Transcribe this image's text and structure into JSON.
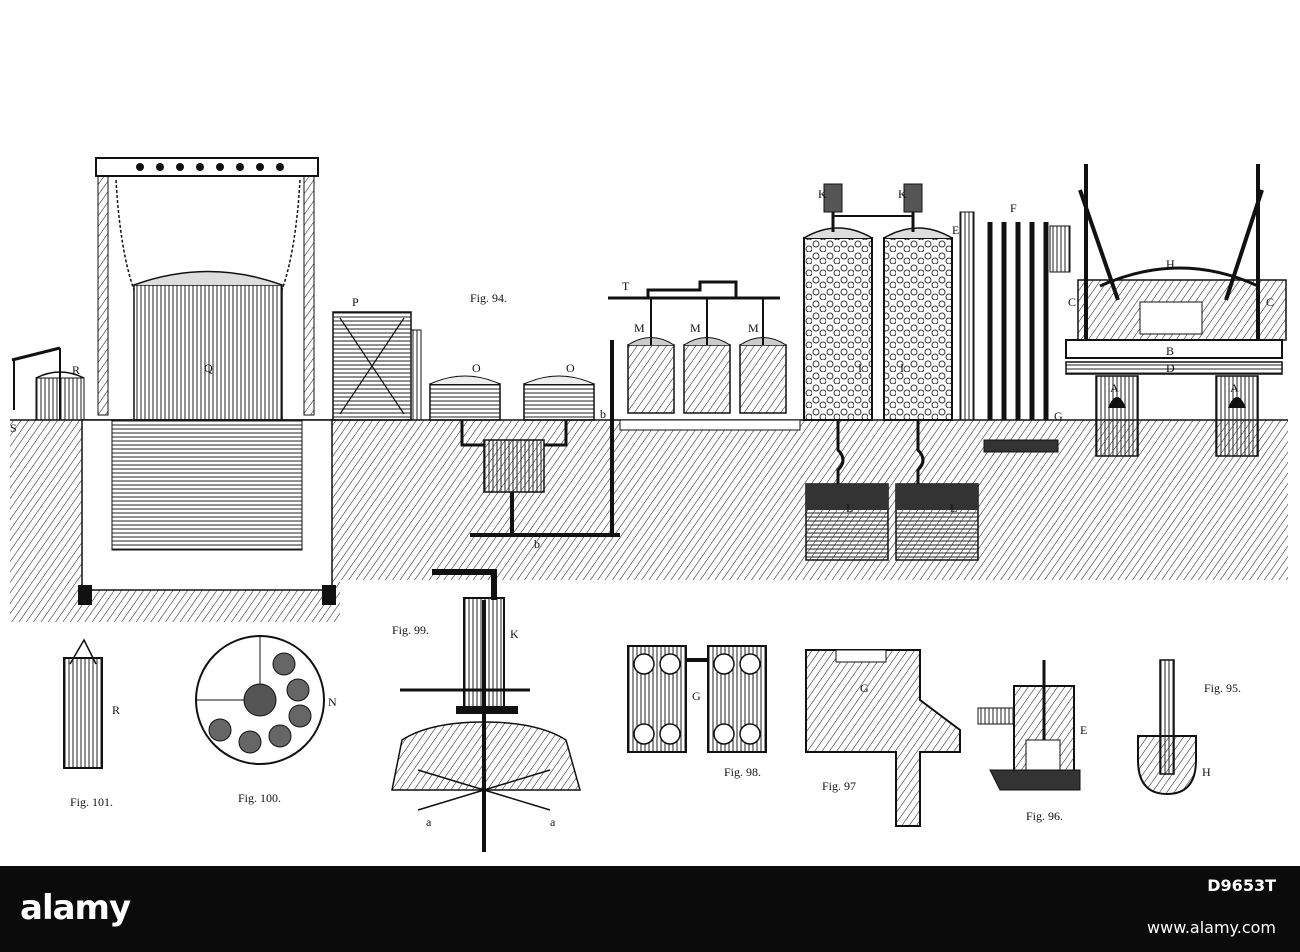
{
  "figure_labels": {
    "fig94": "Fig. 94.",
    "fig95": "Fig. 95.",
    "fig96": "Fig. 96.",
    "fig97": "Fig. 97",
    "fig98": "Fig. 98.",
    "fig99": "Fig. 99.",
    "fig100": "Fig. 100.",
    "fig101": "Fig. 101."
  },
  "part_letters": {
    "R": "R",
    "S": "S",
    "Q": "Q",
    "P": "P",
    "O1": "O",
    "O2": "O",
    "T": "T",
    "M1": "M",
    "M2": "M",
    "M3": "M",
    "K1": "K",
    "K2": "K",
    "I1": "I",
    "I2": "I",
    "L1": "L",
    "L2": "L",
    "E": "E",
    "F": "F",
    "G": "G",
    "H": "H",
    "A1": "A",
    "A2": "A",
    "B": "B",
    "C1": "C",
    "C2": "C",
    "D": "D",
    "b1": "b",
    "b2": "b",
    "N": "N",
    "R2": "R",
    "K3": "K",
    "a1": "a",
    "a2": "a",
    "G2": "G",
    "G3": "G",
    "E2": "E",
    "H2": "H"
  },
  "footer": {
    "logo_text": "alamy",
    "image_id": "D9653T",
    "url": "www.alamy.com"
  },
  "colors": {
    "ink": "#111111",
    "paper": "#ffffff",
    "footer_bg": "#0b0b0b"
  }
}
